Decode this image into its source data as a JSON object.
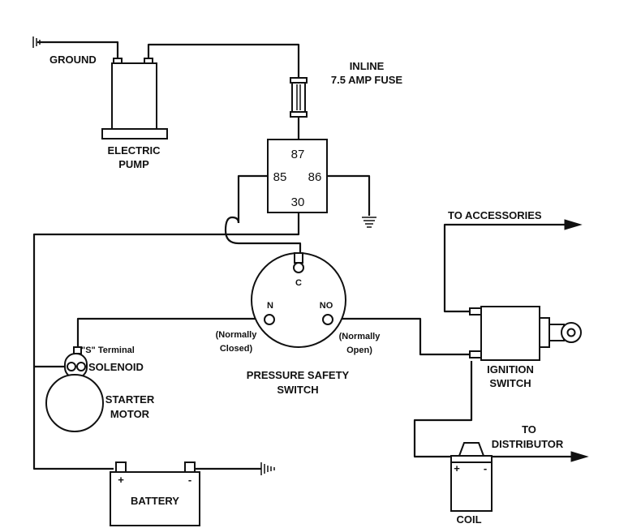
{
  "labels": {
    "ground": "GROUND",
    "fuse_line1": "INLINE",
    "fuse_line2": "7.5 AMP FUSE",
    "pump_line1": "ELECTRIC",
    "pump_line2": "PUMP",
    "relay_87": "87",
    "relay_85": "85",
    "relay_86": "86",
    "relay_30": "30",
    "to_accessories": "TO ACCESSORIES",
    "switch_c": "C",
    "switch_n": "N",
    "switch_no": "NO",
    "normally_closed_1": "(Normally",
    "normally_closed_2": "Closed)",
    "normally_open_1": "(Normally",
    "normally_open_2": "Open)",
    "pressure_switch_1": "PRESSURE SAFETY",
    "pressure_switch_2": "SWITCH",
    "s_terminal": "\"S\" Terminal",
    "solenoid": "SOLENOID",
    "starter_1": "STARTER",
    "starter_2": "MOTOR",
    "ignition_1": "IGNITION",
    "ignition_2": "SWITCH",
    "to_1": "TO",
    "to_distributor": "DISTRIBUTOR",
    "battery": "BATTERY",
    "battery_plus": "+",
    "battery_minus": "-",
    "coil": "COIL",
    "coil_plus": "+",
    "coil_minus": "-"
  }
}
